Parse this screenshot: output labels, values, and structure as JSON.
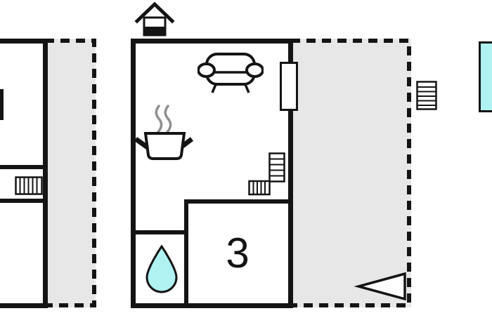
{
  "rooms": {
    "bedroom_number": "3"
  },
  "icons": {
    "entrance": "house-entrance-icon",
    "living_area": "sofa-icon",
    "kitchen": "cooking-pot-steam-icon",
    "stairs_main_unit": "l-shaped-stairs-icon",
    "stairs_left_building": "straight-stairs-icon",
    "exterior_steps_right": "exterior-steps-icon",
    "bathroom": "water-drop-icon",
    "window_right_wall": "window",
    "pool_right_edge": "pool-partial",
    "direction_arrow": "left-arrow-icon"
  },
  "colors": {
    "wall": "#141414",
    "terrace": "#e7e7e7",
    "water": "#b0f1f1",
    "steam": "#8f8f8f",
    "background": "#ffffff"
  }
}
